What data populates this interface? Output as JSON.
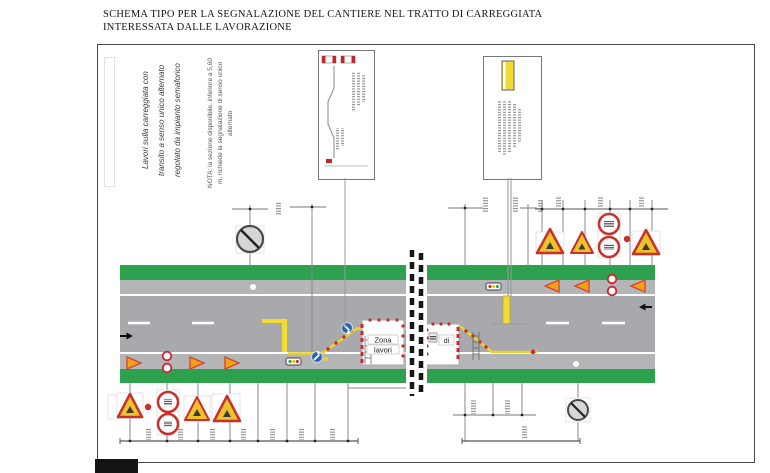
{
  "title": {
    "line1": "SCHEMA TIPO PER LA SEGNALAZIONE DEL CANTIERE NEL TRATTO DI CARREGGIATA",
    "line2": "INTERESSATA DALLE LAVORAZIONE"
  },
  "annotations": {
    "lane_note": "Lavori sulla carreggiata con transito a senso unico alternato regolato da impianto semaforico",
    "section_note": "NOTA: la sezione disponibile, inferiore a 5,60 m, richiede la segnalazione di senso unico alternato"
  },
  "work_zone": {
    "label_line1": "Zona",
    "label_line2": "lavori",
    "joint_label": "di"
  },
  "colors": {
    "green_verge": "#2ea14e",
    "asphalt": "#a7a9ac",
    "shoulder": "#b3b5b7",
    "lane_marking": "#ffffff",
    "temporary_yellow": "#f2dc33",
    "sign_red": "#cc2630",
    "sign_orange": "#f6a01a",
    "sign_blue": "#2b66b1"
  }
}
